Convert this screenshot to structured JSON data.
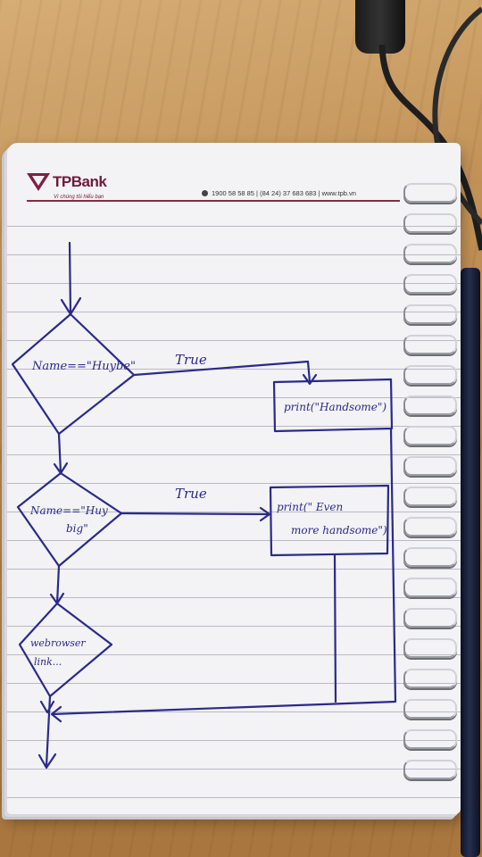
{
  "photo": {
    "description_colors": {
      "desk": "#b98a52",
      "paper": "#f3f2f4",
      "ink": "#2a2a8a",
      "brand": "#6b1d3a"
    }
  },
  "notebook_header": {
    "brand": "TPBank",
    "tagline": "Vì chúng tôi hiểu bạn",
    "contact": "1900 58 58 85 | (84 24) 37 683 683 | www.tpb.vn"
  },
  "flowchart": {
    "decision_1": "Name==\"Huybe\"",
    "true_1": "True",
    "action_1": "print(\"Handsome\")",
    "decision_2_line1": "Name==\"Huy",
    "decision_2_line2": "big\"",
    "true_2": "True",
    "action_2_line1": "print(\" Even",
    "action_2_line2": "more handsome\")",
    "decision_3_line1": "webrowser",
    "decision_3_line2": "link..."
  }
}
